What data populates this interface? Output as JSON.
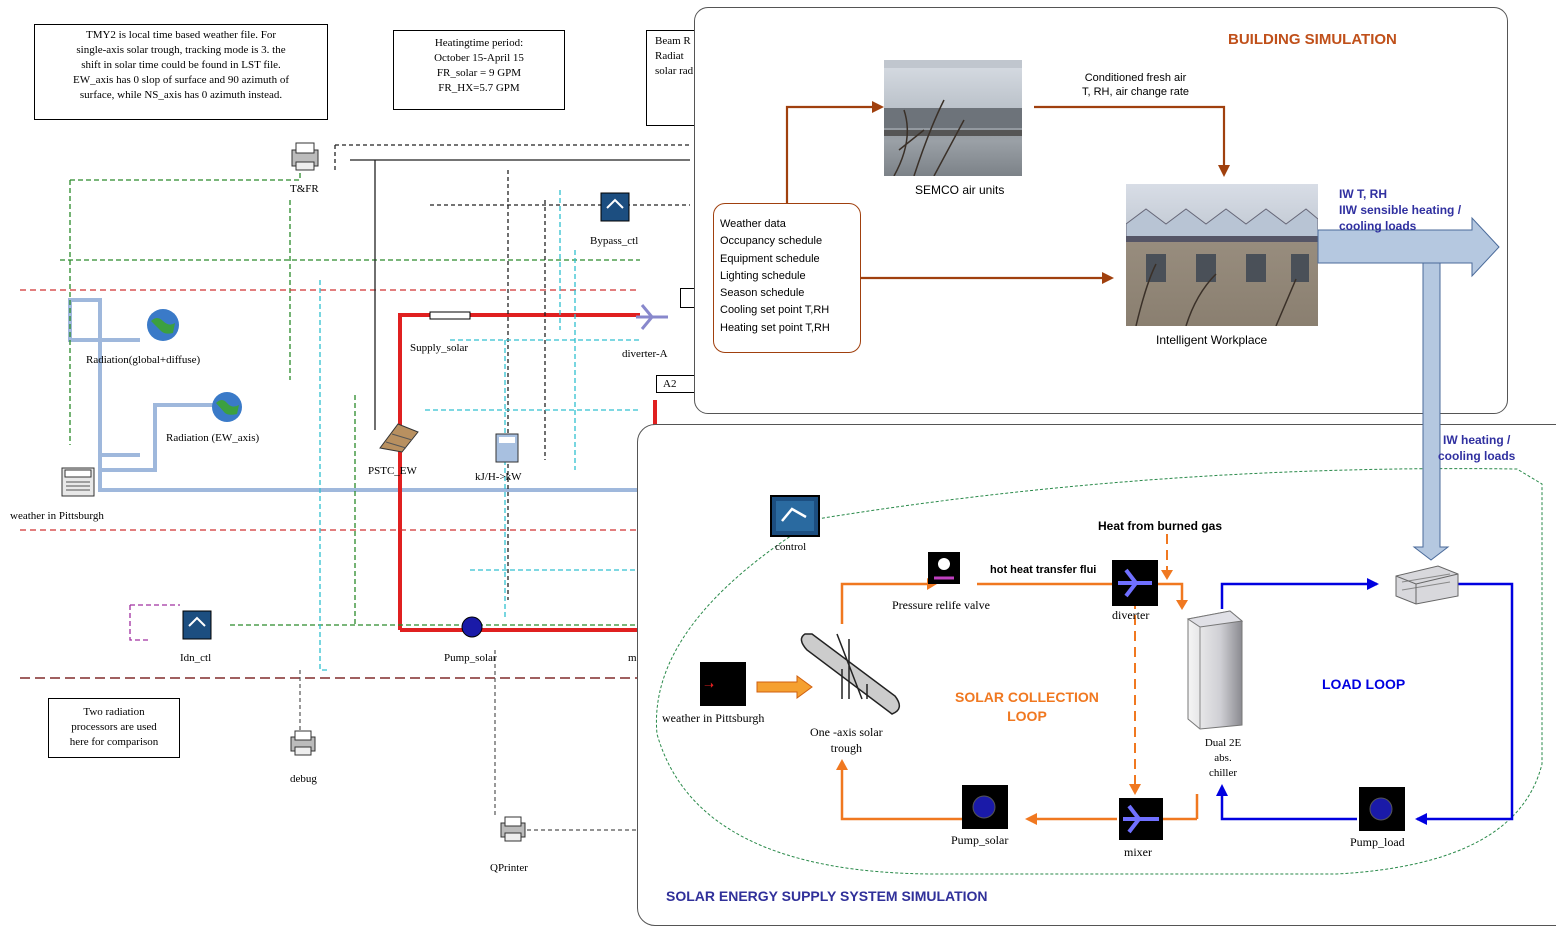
{
  "left_diagram": {
    "note_tmy2": [
      "TMY2 is local time based weather file.  For",
      "single-axis solar trough, tracking mode is 3. the",
      "shift in solar time could be found in LST file.",
      "EW_axis has 0 slop of surface and 90 azimuth of",
      "surface, while NS_axis has 0 azimuth instead."
    ],
    "note_heating": [
      "Heatingtime period:",
      "October 15-April 15",
      "FR_solar = 9 GPM",
      "FR_HX=5.7 GPM"
    ],
    "note_beam": [
      "Beam R",
      "Radiat",
      "solar rad"
    ],
    "note_radiation": [
      "Two radiation",
      "processors are used",
      "here for comparison"
    ],
    "labels": {
      "tfr": "T&FR",
      "bypass": "Bypass_ctl",
      "radiation_global": "Radiation(global+diffuse)",
      "supply_solar": "Supply_solar",
      "diverter_a": "diverter-A",
      "a2": "A2",
      "radiation_ew": "Radiation (EW_axis)",
      "pstc": "PSTC_EW",
      "kjh": "kJ/H->kW",
      "weather": "weather in Pittsburgh",
      "idn": "Idn_ctl",
      "pump_solar": "Pump_solar",
      "m": "m",
      "debug": "debug",
      "qprinter": "QPrinter"
    }
  },
  "building": {
    "title": "BUILDING SIMULATION",
    "conditioned_air": [
      "Conditioned fresh air",
      "T, RH, air change rate"
    ],
    "semco_label": "SEMCO air units",
    "intelligent_label": "Intelligent Workplace",
    "inputs": [
      "Weather data",
      "Occupancy schedule",
      "Equipment schedule",
      "Lighting schedule",
      "Season  schedule",
      "Cooling set point T,RH",
      "Heating set point T,RH"
    ],
    "output_arrow": [
      "IW T, RH",
      "IIW sensible heating /",
      "cooling  loads"
    ],
    "iw_loads": [
      "IW heating /",
      "cooling loads"
    ]
  },
  "solar": {
    "title": "SOLAR ENERGY SUPPLY SYSTEM SIMULATION",
    "control": "control",
    "heat_gas": "Heat from burned gas",
    "hot_fluid": "hot heat transfer flui",
    "pressure_valve": "Pressure relife valve",
    "diverter": "diverter",
    "weather": "weather in Pittsburgh",
    "trough": [
      "One -axis solar",
      "trough"
    ],
    "collection_loop": [
      "SOLAR COLLECTION",
      "LOOP"
    ],
    "chiller": [
      "Dual 2E",
      "abs.",
      "chiller"
    ],
    "load_loop": "LOAD LOOP",
    "pump_solar": "Pump_solar",
    "mixer": "mixer",
    "pump_load": "Pump_load"
  },
  "colors": {
    "orange": "#f07820",
    "brown": "#a0400e",
    "blue": "#0000e0",
    "red": "#e02020",
    "navy": "#3030a0"
  }
}
